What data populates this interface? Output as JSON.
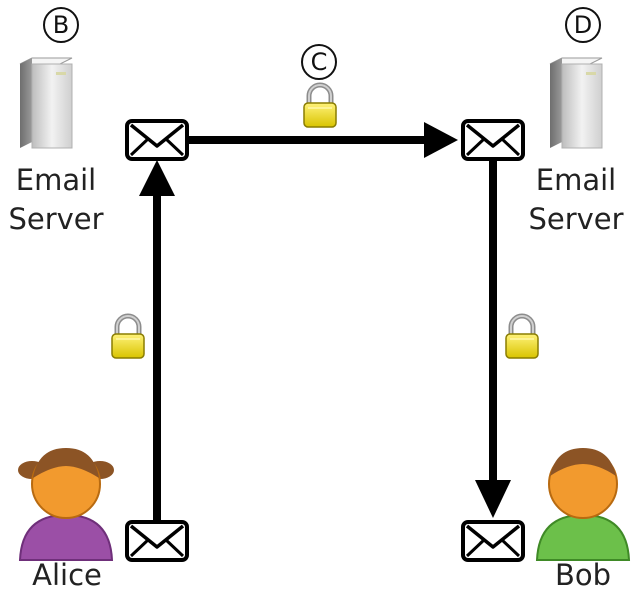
{
  "labels": {
    "server_b_marker": "B",
    "server_d_marker": "D",
    "channel_c_marker": "C",
    "server_b_line1": "Email",
    "server_b_line2": "Server",
    "server_d_line1": "Email",
    "server_d_line2": "Server",
    "alice": "Alice",
    "bob": "Bob"
  },
  "colors": {
    "arrow": "#000000",
    "lock_body": "#e8d400",
    "lock_shackle": "#8c8c8c",
    "alice_shirt": "#9b4fa6",
    "bob_shirt": "#6cc04a",
    "skin": "#f29a2e",
    "hair": "#8c5425",
    "server": "#e6e6e6"
  },
  "icons": [
    "server-icon",
    "lock-icon",
    "envelope-icon",
    "alice-avatar-icon",
    "bob-avatar-icon"
  ]
}
